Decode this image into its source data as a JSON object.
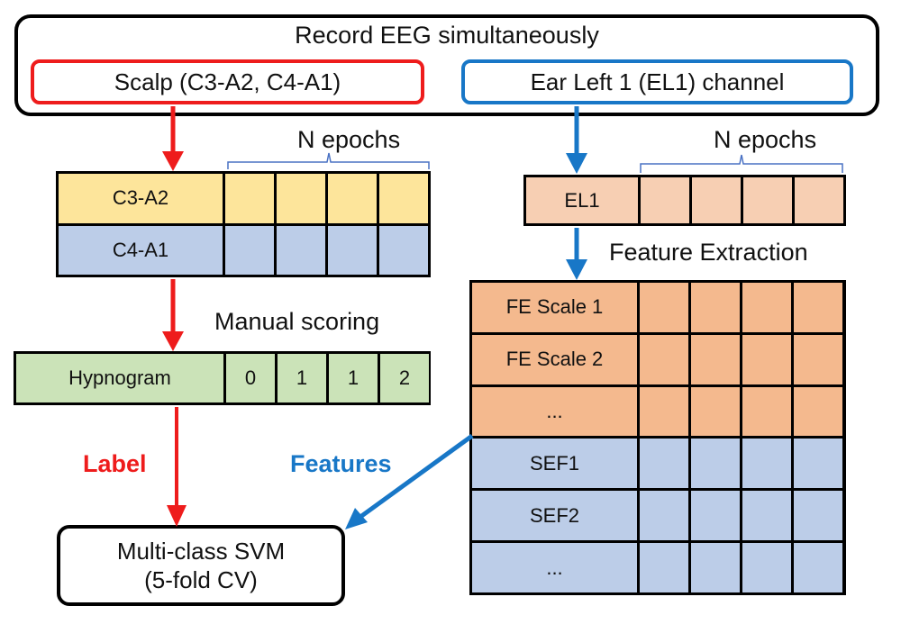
{
  "header": {
    "title": "Record EEG simultaneously",
    "scalp_source": "Scalp (C3-A2, C4-A1)",
    "ear_source": "Ear Left 1 (EL1) channel"
  },
  "left": {
    "epochs_label": "N epochs",
    "rows": [
      {
        "label": "C3-A2",
        "color": "#fde59b"
      },
      {
        "label": "C4-A1",
        "color": "#bccde8"
      }
    ],
    "scoring_label": "Manual scoring",
    "hypnogram": {
      "label": "Hypnogram",
      "values": [
        "0",
        "1",
        "1",
        "2"
      ],
      "color": "#cbe3b8"
    },
    "arrow_label": "Label"
  },
  "right": {
    "epochs_label": "N epochs",
    "el1_label": "EL1",
    "extraction_label": "Feature Extraction",
    "feature_rows": [
      {
        "label": "FE Scale 1",
        "group": "fe"
      },
      {
        "label": "FE Scale 2",
        "group": "fe"
      },
      {
        "label": "...",
        "group": "fe"
      },
      {
        "label": "SEF1",
        "group": "sef"
      },
      {
        "label": "SEF2",
        "group": "sef"
      },
      {
        "label": "...",
        "group": "sef"
      }
    ],
    "arrow_label": "Features"
  },
  "classifier": {
    "line1": "Multi-class SVM",
    "line2": "(5-fold CV)"
  },
  "colors": {
    "red": "#ee1c1c",
    "blue": "#1877c7",
    "brace": "#4a72c4"
  }
}
